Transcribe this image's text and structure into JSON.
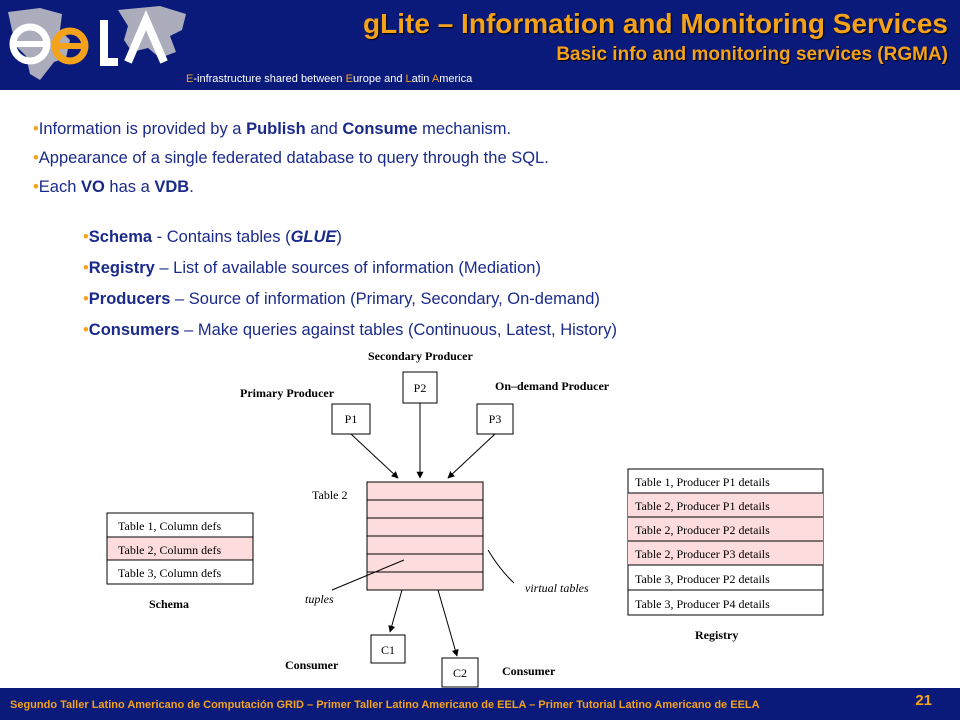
{
  "header": {
    "title": "gLite – Information and Monitoring Services",
    "subtitle": "Basic info and monitoring services (RGMA)",
    "tagline": {
      "parts": [
        "E",
        "-infrastructure shared between ",
        "E",
        "urope and ",
        "L",
        "atin ",
        "A",
        "merica"
      ]
    },
    "logo": "eela-logo"
  },
  "bullets": [
    {
      "parts": [
        "Information is provided by a ",
        "Publish",
        " and ",
        "Consume",
        " mechanism."
      ]
    },
    {
      "parts": [
        "Appearance of a single federated database to query through the SQL."
      ]
    },
    {
      "parts": [
        "Each ",
        "VO",
        " has a ",
        "VDB",
        "."
      ]
    }
  ],
  "subbullets": [
    {
      "term": "Schema",
      "sep": " - ",
      "desc_pre": " Contains tables (",
      "desc_em": "GLUE",
      "desc_post": ")"
    },
    {
      "term": "Registry",
      "sep": " – ",
      "desc_pre": "List of available sources of information (Mediation)",
      "desc_em": "",
      "desc_post": ""
    },
    {
      "term": "Producers",
      "sep": " – ",
      "desc_pre": "Source of information (Primary, Secondary, On-demand)",
      "desc_em": "",
      "desc_post": ""
    },
    {
      "term": "Consumers",
      "sep": " – ",
      "desc_pre": "Make queries against tables (Continuous, Latest, History)",
      "desc_em": "",
      "desc_post": ""
    }
  ],
  "diagram": {
    "labels": {
      "secondary_producer": "Secondary Producer",
      "primary_producer": "Primary Producer",
      "ondemand_producer": "On–demand Producer",
      "table2": "Table 2",
      "tuples": "tuples",
      "virtual_tables": "virtual tables",
      "schema": "Schema",
      "registry": "Registry",
      "consumer1": "Consumer",
      "consumer2": "Consumer"
    },
    "producers": [
      "P1",
      "P2",
      "P3"
    ],
    "consumers": [
      "C1",
      "C2"
    ],
    "schema_rows": [
      "Table 1, Column defs",
      "Table 2, Column defs",
      "Table 3, Column defs"
    ],
    "registry_rows": [
      "Table 1, Producer P1 details",
      "Table 2, Producer P1 details",
      "Table 2, Producer P2 details",
      "Table 2, Producer P3 details",
      "Table 3, Producer P2 details",
      "Table 3, Producer P4 details"
    ],
    "colors": {
      "highlight": "#fcdcdc",
      "line": "#000000"
    }
  },
  "footer": {
    "text": "Segundo Taller Latino Americano de Computación GRID – Primer Taller Latino Americano de EELA – Primer Tutorial Latino Americano de EELA",
    "page": "21"
  },
  "colors": {
    "header_bg": "#0a1a7a",
    "accent": "#f5a21b",
    "text": "#1a2a8a"
  }
}
